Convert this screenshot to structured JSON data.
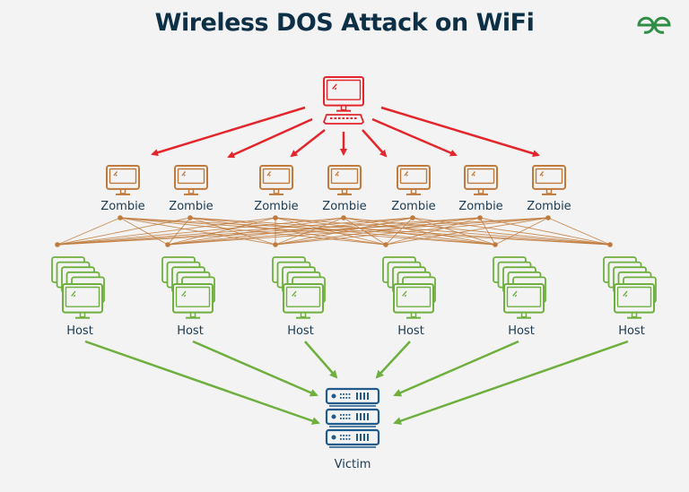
{
  "title": "Wireless DOS Attack on WiFi",
  "logo": {
    "icon": "geeksforgeeks-logo-icon",
    "color": "#2f8d46"
  },
  "colors": {
    "attacker": "#e3262b",
    "zombie": "#c07a3c",
    "host": "#6eaf3e",
    "victim": "#1f5a8a",
    "label": "#1c3a50",
    "background": "#f3f3f3"
  },
  "attacker": {
    "icon": "computer-icon",
    "label": ""
  },
  "zombies": [
    {
      "label": "Zombie"
    },
    {
      "label": "Zombie"
    },
    {
      "label": "Zombie"
    },
    {
      "label": "Zombie"
    },
    {
      "label": "Zombie"
    },
    {
      "label": "Zombie"
    },
    {
      "label": "Zombie"
    }
  ],
  "hosts": [
    {
      "label": "Host"
    },
    {
      "label": "Host"
    },
    {
      "label": "Host"
    },
    {
      "label": "Host"
    },
    {
      "label": "Host"
    },
    {
      "label": "Host"
    }
  ],
  "victim": {
    "icon": "server-icon",
    "label": "Victim"
  }
}
